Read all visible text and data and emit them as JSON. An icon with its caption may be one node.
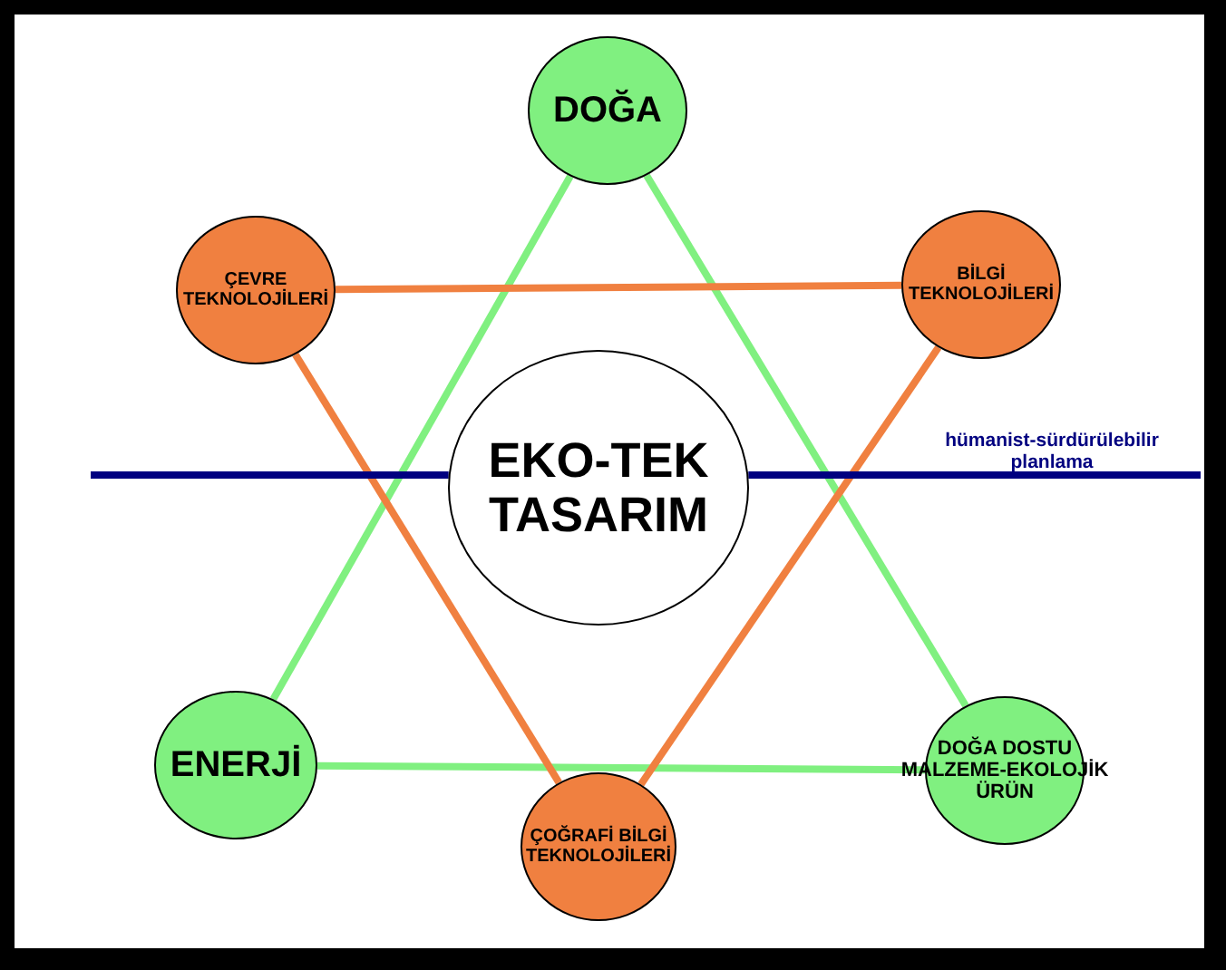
{
  "diagram": {
    "nodes": [
      {
        "text": [
          "DOĞA"
        ]
      },
      {
        "text": [
          "ÇEVRE TEKNOLOJİLERİ"
        ]
      },
      {
        "text": [
          "BİLGİ TEKNOLOJİLERİ"
        ]
      },
      {
        "text": [
          "EKO-TEK TASARIM"
        ]
      },
      {
        "text": [
          "ENERJİ"
        ]
      },
      {
        "text": [
          "ÇOĞRAFİ BİLGİ TEKNOLOJİLERİ"
        ]
      },
      {
        "text": [
          "DOĞA DOSTU MALZEME-EKOLOJİK ÜRÜN"
        ]
      }
    ],
    "edges": [
      {
        "from": 0,
        "to": 4,
        "arrow": "none",
        "color": "#80f080"
      },
      {
        "from": 0,
        "to": 6,
        "arrow": "none",
        "color": "#80f080"
      },
      {
        "from": 4,
        "to": 6,
        "arrow": "none",
        "color": "#80f080"
      },
      {
        "from": 1,
        "to": 2,
        "arrow": "none",
        "color": "#f08040"
      },
      {
        "from": 1,
        "to": 5,
        "arrow": "none",
        "color": "#f08040"
      },
      {
        "from": 2,
        "to": 5,
        "arrow": "none",
        "color": "#f08040"
      },
      {
        "from": null,
        "to": 3,
        "arrow": "none",
        "color": "#000080"
      },
      {
        "from": 3,
        "to": null,
        "arrow": "none",
        "color": "#000080"
      }
    ],
    "labels": [
      "hümanist-sürdürülebilir planlama"
    ]
  }
}
